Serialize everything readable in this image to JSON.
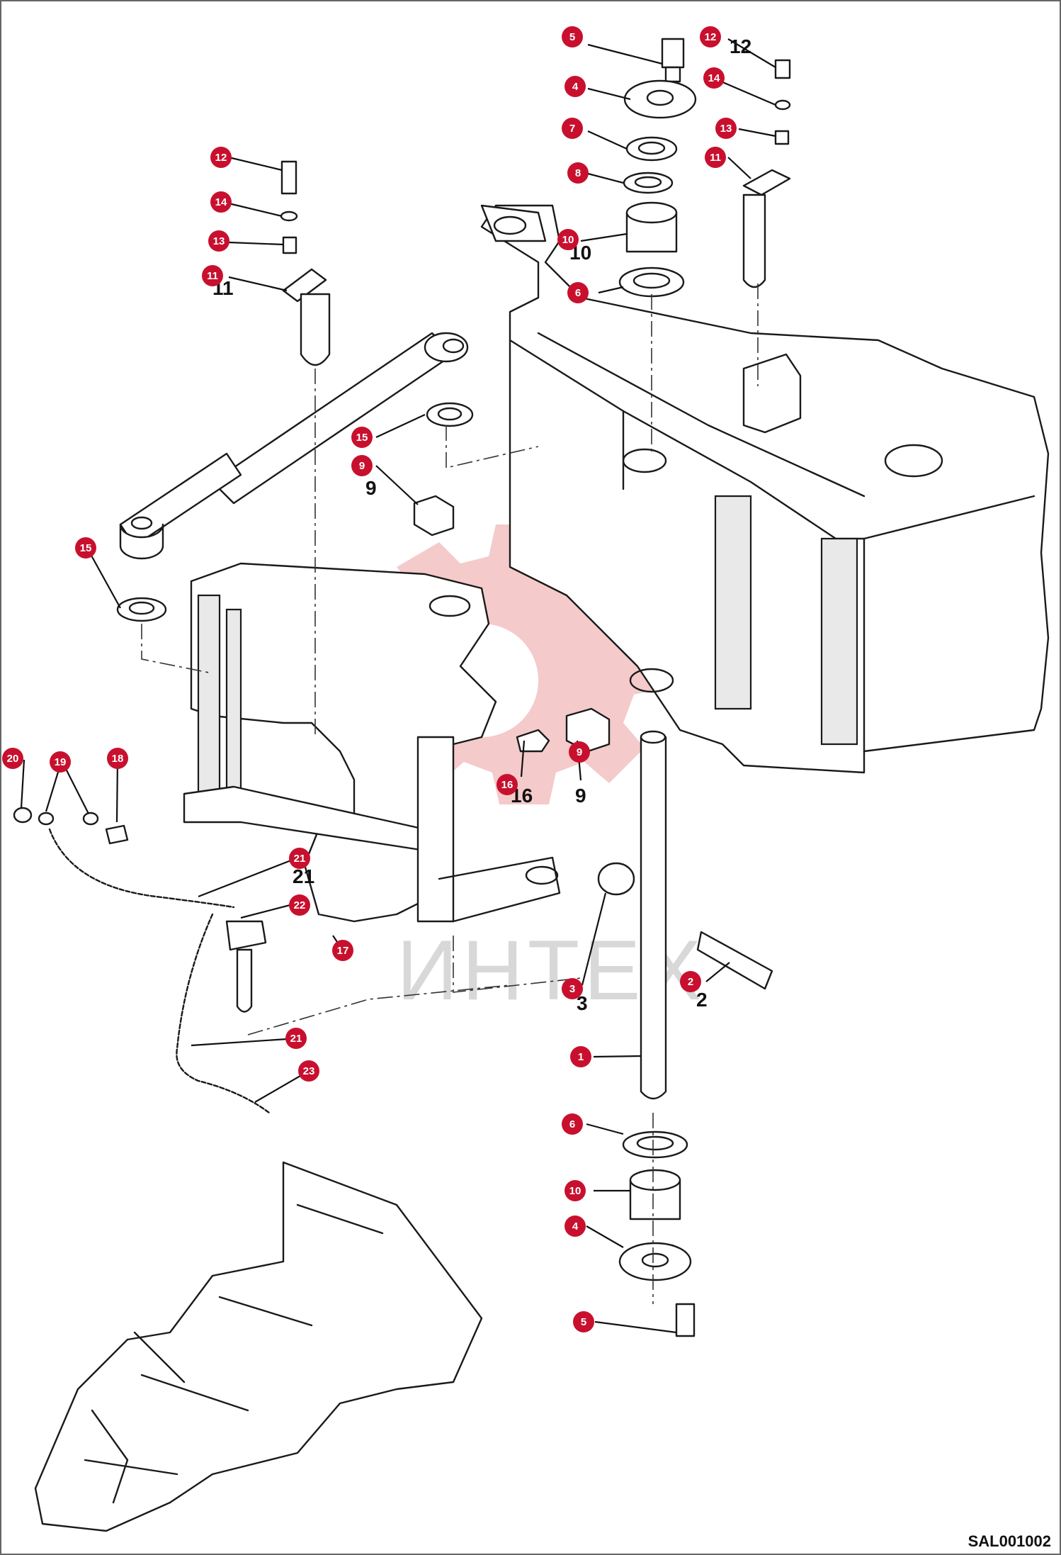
{
  "drawing_code": "SAL001002",
  "watermark_text": "ИНТЕХ",
  "callouts": [
    {
      "id": "c5-top",
      "label": "5"
    },
    {
      "id": "c4-top",
      "label": "4"
    },
    {
      "id": "c7",
      "label": "7"
    },
    {
      "id": "c8",
      "label": "8"
    },
    {
      "id": "c10-top",
      "label": "10"
    },
    {
      "id": "c6-top",
      "label": "6"
    },
    {
      "id": "c12-right",
      "label": "12"
    },
    {
      "id": "c14-right",
      "label": "14"
    },
    {
      "id": "c13-right",
      "label": "13"
    },
    {
      "id": "c11-right",
      "label": "11"
    },
    {
      "id": "c12-left",
      "label": "12"
    },
    {
      "id": "c14-left",
      "label": "14"
    },
    {
      "id": "c13-left",
      "label": "13"
    },
    {
      "id": "c11-left",
      "label": "11"
    },
    {
      "id": "c15-upper",
      "label": "15"
    },
    {
      "id": "c9-upper",
      "label": "9"
    },
    {
      "id": "c15-lower",
      "label": "15"
    },
    {
      "id": "c16",
      "label": "16"
    },
    {
      "id": "c9-lower",
      "label": "9"
    },
    {
      "id": "c20",
      "label": "20"
    },
    {
      "id": "c19",
      "label": "19"
    },
    {
      "id": "c18",
      "label": "18"
    },
    {
      "id": "c21-upper",
      "label": "21"
    },
    {
      "id": "c22",
      "label": "22"
    },
    {
      "id": "c17",
      "label": "17"
    },
    {
      "id": "c21-lower",
      "label": "21"
    },
    {
      "id": "c23",
      "label": "23"
    },
    {
      "id": "c3",
      "label": "3"
    },
    {
      "id": "c2",
      "label": "2"
    },
    {
      "id": "c1",
      "label": "1"
    },
    {
      "id": "c6-bottom",
      "label": "6"
    },
    {
      "id": "c10-bottom",
      "label": "10"
    },
    {
      "id": "c4-bottom",
      "label": "4"
    },
    {
      "id": "c5-bottom",
      "label": "5"
    }
  ],
  "colors": {
    "badge": "#c8102e",
    "watermark": "#f2b8b8",
    "line": "#1a1a1a"
  }
}
